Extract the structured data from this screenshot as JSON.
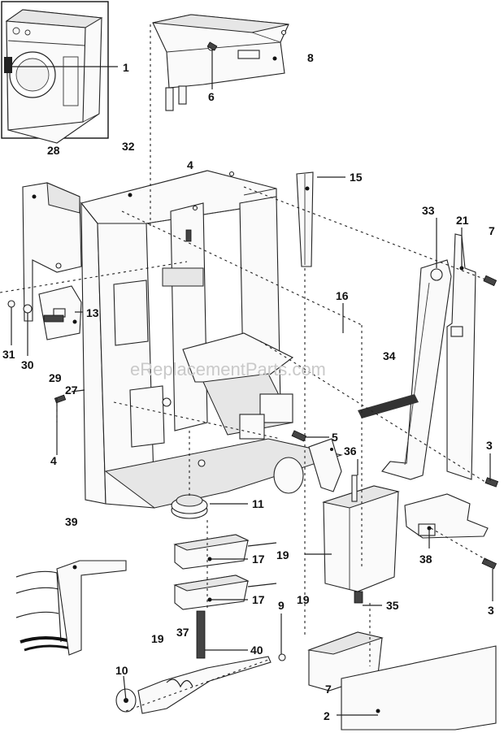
{
  "watermark": "eReplacementParts.com",
  "labels": {
    "l1": "1",
    "l2": "2",
    "l3a": "3",
    "l3b": "3",
    "l4a": "4",
    "l4b": "4",
    "l5": "5",
    "l6": "6",
    "l7a": "7",
    "l7b": "7",
    "l8": "8",
    "l9": "9",
    "l10": "10",
    "l11": "11",
    "l13": "13",
    "l15": "15",
    "l16": "16",
    "l17a": "17",
    "l17b": "17",
    "l19a": "19",
    "l19b": "19",
    "l19c": "19",
    "l21": "21",
    "l27": "27",
    "l28": "28",
    "l29": "29",
    "l30": "30",
    "l31": "31",
    "l32": "32",
    "l33": "33",
    "l34": "34",
    "l35": "35",
    "l36": "36",
    "l37": "37",
    "l38": "38",
    "l39": "39",
    "l40": "40"
  }
}
